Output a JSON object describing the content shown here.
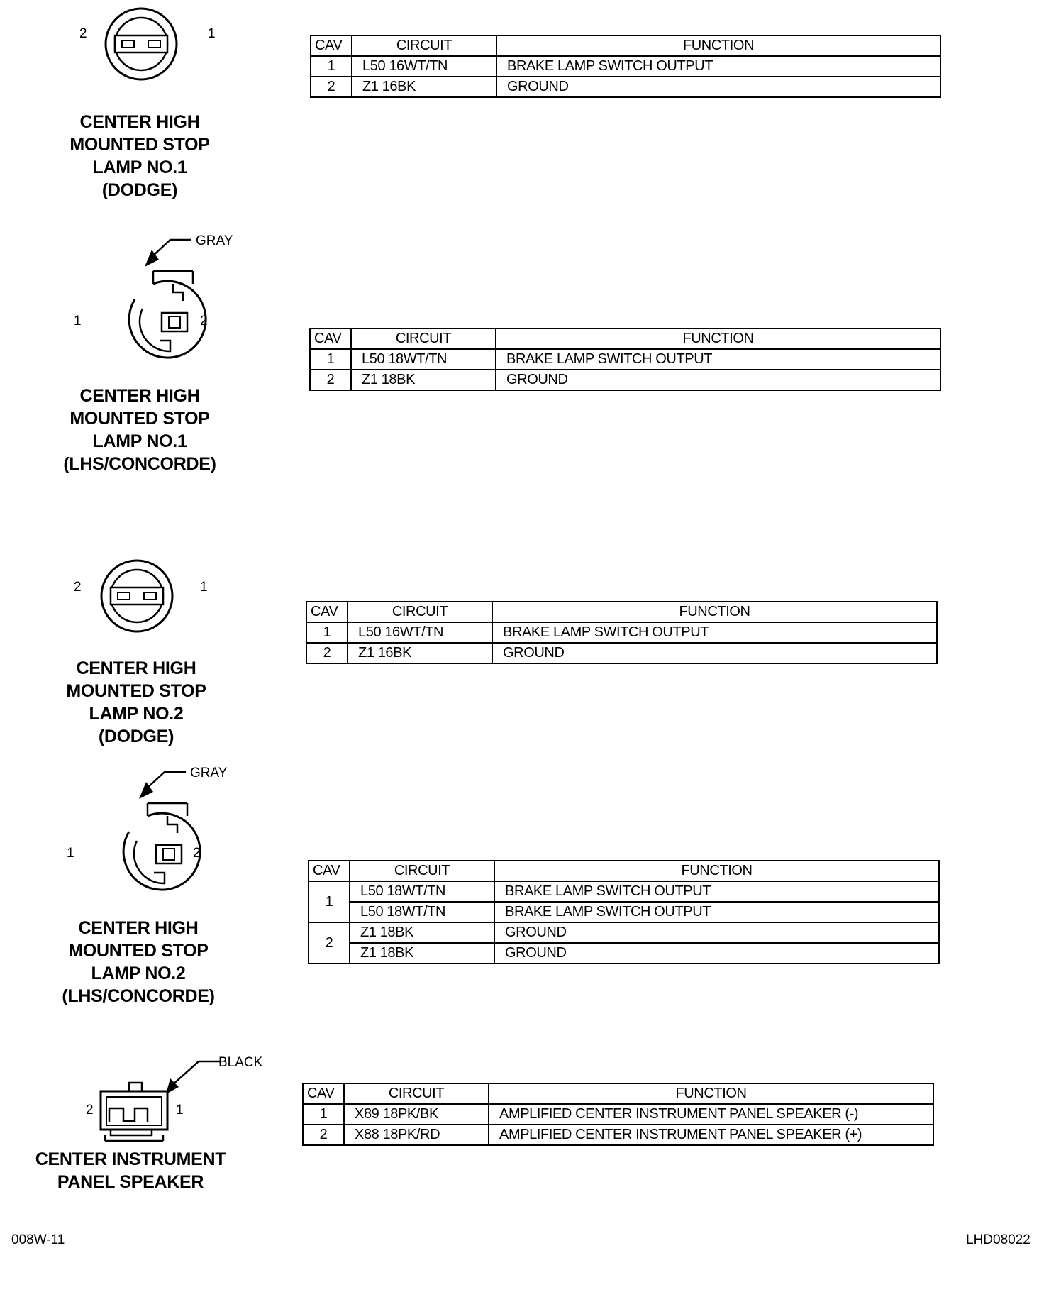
{
  "headers": {
    "cav": "CAV",
    "circuit": "CIRCUIT",
    "function": "FUNCTION"
  },
  "connectors": [
    {
      "title": [
        "CENTER HIGH",
        "MOUNTED STOP",
        "LAMP NO.1",
        "(DODGE)"
      ],
      "pin_left": "2",
      "pin_right": "1",
      "rows": [
        {
          "cav": "1",
          "circuit": "L50 16WT/TN",
          "function": "BRAKE LAMP SWITCH OUTPUT"
        },
        {
          "cav": "2",
          "circuit": "Z1 16BK",
          "function": "GROUND"
        }
      ]
    },
    {
      "title": [
        "CENTER HIGH",
        "MOUNTED STOP",
        "LAMP NO.1",
        "(LHS/CONCORDE)"
      ],
      "color": "GRAY",
      "pin_left": "1",
      "pin_right": "2",
      "rows": [
        {
          "cav": "1",
          "circuit": "L50 18WT/TN",
          "function": "BRAKE LAMP SWITCH OUTPUT"
        },
        {
          "cav": "2",
          "circuit": "Z1 18BK",
          "function": "GROUND"
        }
      ]
    },
    {
      "title": [
        "CENTER HIGH",
        "MOUNTED STOP",
        "LAMP NO.2",
        "(DODGE)"
      ],
      "pin_left": "2",
      "pin_right": "1",
      "rows": [
        {
          "cav": "1",
          "circuit": "L50 16WT/TN",
          "function": "BRAKE LAMP SWITCH OUTPUT"
        },
        {
          "cav": "2",
          "circuit": "Z1 16BK",
          "function": "GROUND"
        }
      ]
    },
    {
      "title": [
        "CENTER HIGH",
        "MOUNTED STOP",
        "LAMP NO.2",
        "(LHS/CONCORDE)"
      ],
      "color": "GRAY",
      "pin_left": "1",
      "pin_right": "2",
      "rows": [
        {
          "cav": "1",
          "circuit": "L50 18WT/TN",
          "function": "BRAKE LAMP SWITCH OUTPUT"
        },
        {
          "cav": "",
          "circuit": "L50 18WT/TN",
          "function": "BRAKE LAMP SWITCH OUTPUT"
        },
        {
          "cav": "2",
          "circuit": "Z1 18BK",
          "function": "GROUND"
        },
        {
          "cav": "",
          "circuit": "Z1 18BK",
          "function": "GROUND"
        }
      ]
    },
    {
      "title": [
        "CENTER INSTRUMENT",
        "PANEL SPEAKER"
      ],
      "color": "BLACK",
      "pin_left": "2",
      "pin_right": "1",
      "rows": [
        {
          "cav": "1",
          "circuit": "X89 18PK/BK",
          "function": "AMPLIFIED CENTER INSTRUMENT PANEL SPEAKER (-)"
        },
        {
          "cav": "2",
          "circuit": "X88 18PK/RD",
          "function": "AMPLIFIED CENTER INSTRUMENT PANEL SPEAKER (+)"
        }
      ]
    }
  ],
  "footer": {
    "left": "008W-11",
    "right": "LHD08022"
  }
}
